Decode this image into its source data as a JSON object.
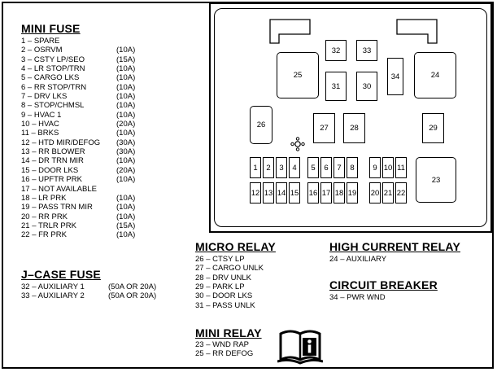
{
  "mini_fuse": {
    "title": "MINI FUSE",
    "items": [
      {
        "label": "1 – SPARE",
        "amp": ""
      },
      {
        "label": "2 – OSRVM",
        "amp": "(10A)"
      },
      {
        "label": "3 – CSTY LP/SEO",
        "amp": "(15A)"
      },
      {
        "label": "4 – LR STOP/TRN",
        "amp": "(10A)"
      },
      {
        "label": "5 – CARGO LKS",
        "amp": "(10A)"
      },
      {
        "label": "6 – RR STOP/TRN",
        "amp": "(10A)"
      },
      {
        "label": "7 – DRV LKS",
        "amp": "(10A)"
      },
      {
        "label": "8 – STOP/CHMSL",
        "amp": "(10A)"
      },
      {
        "label": "9 – HVAC 1",
        "amp": "(10A)"
      },
      {
        "label": "10 – HVAC",
        "amp": "(20A)"
      },
      {
        "label": "11 – BRKS",
        "amp": "(10A)"
      },
      {
        "label": "12 – HTD MIR/DEFOG",
        "amp": "(30A)"
      },
      {
        "label": "13 – RR BLOWER",
        "amp": "(30A)"
      },
      {
        "label": "14 – DR TRN MIR",
        "amp": "(10A)"
      },
      {
        "label": "15 – DOOR LKS",
        "amp": "(20A)"
      },
      {
        "label": "16 – UPFTR PRK",
        "amp": "(10A)"
      },
      {
        "label": "17 – NOT AVAILABLE",
        "amp": ""
      },
      {
        "label": "18 – LR PRK",
        "amp": "(10A)"
      },
      {
        "label": "19 – PASS TRN MIR",
        "amp": "(10A)"
      },
      {
        "label": "20 – RR PRK",
        "amp": "(10A)"
      },
      {
        "label": "21 – TRLR PRK",
        "amp": "(15A)"
      },
      {
        "label": "22 – FR PRK",
        "amp": "(10A)"
      }
    ]
  },
  "jcase_fuse": {
    "title": "J–CASE FUSE",
    "items": [
      {
        "label": "32 – AUXILIARY 1",
        "amp": "(50A OR 20A)"
      },
      {
        "label": "33 – AUXILIARY 2",
        "amp": "(50A OR 20A)"
      }
    ]
  },
  "micro_relay": {
    "title": "MICRO RELAY",
    "items": [
      "26 – CTSY LP",
      "27 – CARGO UNLK",
      "28 – DRV UNLK",
      "29 – PARK LP",
      "30 – DOOR LKS",
      "31 – PASS UNLK"
    ]
  },
  "mini_relay": {
    "title": "MINI RELAY",
    "items": [
      "23 – WND RAP",
      "25 – RR DEFOG"
    ]
  },
  "high_current_relay": {
    "title": "HIGH CURRENT RELAY",
    "items": [
      "24 – AUXILIARY"
    ]
  },
  "circuit_breaker": {
    "title": "CIRCUIT BREAKER",
    "items": [
      "34 – PWR WND"
    ]
  },
  "diagram": {
    "labels": {
      "f1": "1",
      "f2": "2",
      "f3": "3",
      "f4": "4",
      "f5": "5",
      "f6": "6",
      "f7": "7",
      "f8": "8",
      "f9": "9",
      "f10": "10",
      "f11": "11",
      "f12": "12",
      "f13": "13",
      "f14": "14",
      "f15": "15",
      "f16": "16",
      "f17": "17",
      "f18": "18",
      "f19": "19",
      "f20": "20",
      "f21": "21",
      "f22": "22",
      "f23": "23",
      "f24": "24",
      "f25": "25",
      "f26": "26",
      "f27": "27",
      "f28": "28",
      "f29": "29",
      "f30": "30",
      "f31": "31",
      "f32": "32",
      "f33": "33",
      "f34": "34"
    }
  }
}
